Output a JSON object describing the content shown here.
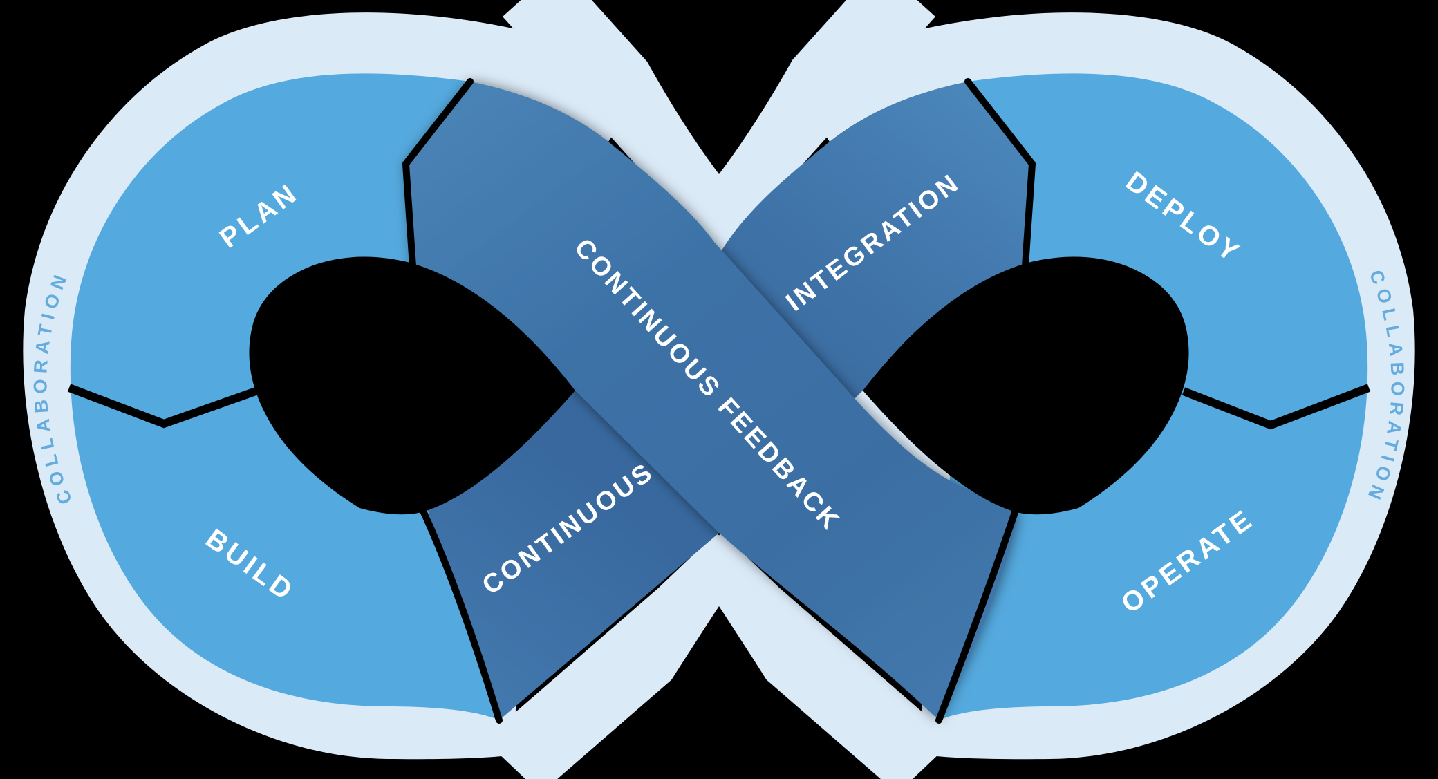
{
  "background_color": "#000000",
  "ring": {
    "outer_band_color": "#dbeaf7",
    "loop_color": "#54a9de",
    "label_color": "#64abde",
    "left_label": "COLLABORATION",
    "right_label": "COLLABORATION"
  },
  "segments": {
    "plan": "PLAN",
    "build": "BUILD",
    "deploy": "DEPLOY",
    "operate": "OPERATE"
  },
  "bands": {
    "continuous_integration": {
      "word_lower": "CONTINUOUS",
      "word_upper": "INTEGRATION",
      "color_dark": "#38689e",
      "color_light": "#4c89bd"
    },
    "continuous_feedback": {
      "label": "CONTINUOUS FEEDBACK",
      "color_dark": "#3a6ca1",
      "color_light": "#4a84b7"
    }
  },
  "divider_color": "#000000",
  "text_color": "#ffffff"
}
